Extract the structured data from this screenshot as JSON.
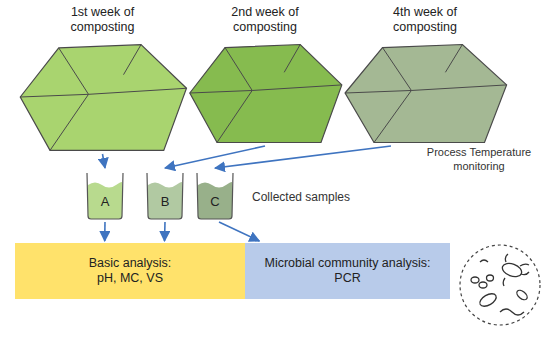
{
  "diagram": {
    "nodes": [
      {
        "text": [
          "1st week of composting"
        ]
      },
      {
        "text": [
          "2nd week of composting"
        ]
      },
      {
        "text": [
          "4th week of composting"
        ]
      },
      {
        "text": [
          "A"
        ]
      },
      {
        "text": [
          "B"
        ]
      },
      {
        "text": [
          "C"
        ]
      },
      {
        "text": [
          "Basic analysis:",
          "pH, MC, VS"
        ]
      },
      {
        "text": [
          "Microbial community analysis:",
          "PCR"
        ]
      }
    ],
    "edges": [
      {
        "from": 0,
        "to": 3,
        "arrow": "to"
      },
      {
        "from": 1,
        "to": 4,
        "arrow": "to"
      },
      {
        "from": 2,
        "to": 5,
        "arrow": "to"
      },
      {
        "from": 3,
        "to": 6,
        "arrow": "to"
      },
      {
        "from": 4,
        "to": 6,
        "arrow": "to"
      },
      {
        "from": 5,
        "to": 7,
        "arrow": "to"
      }
    ],
    "labels": [
      "Process Temperature monitoring",
      "Collected samples"
    ]
  }
}
